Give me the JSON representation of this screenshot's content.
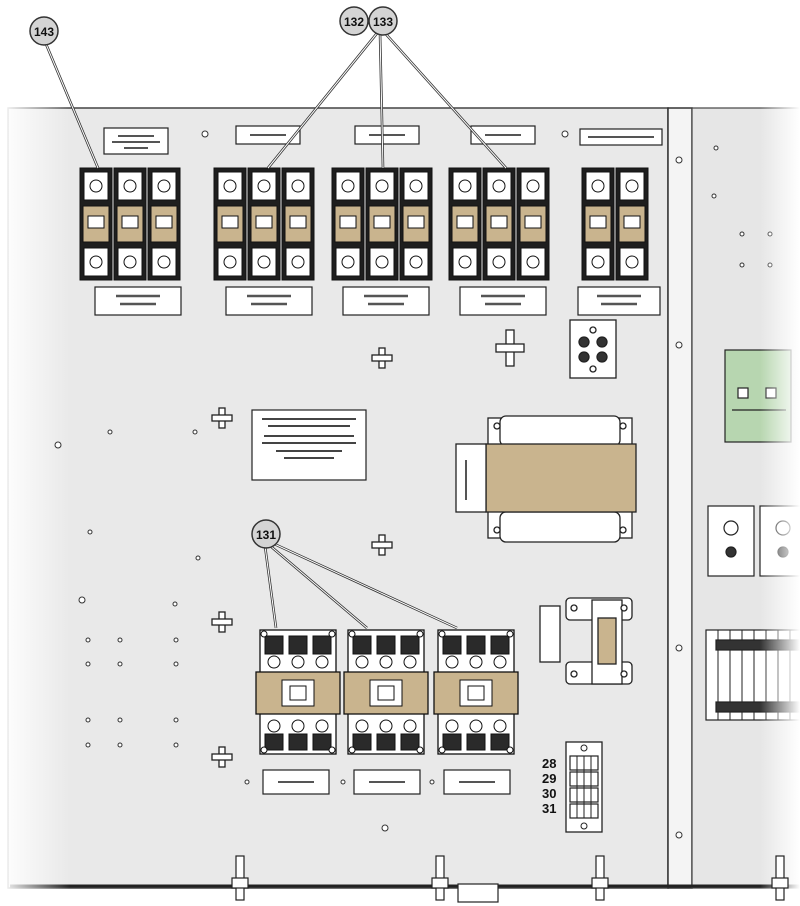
{
  "callouts": {
    "c143": "143",
    "c132": "132",
    "c133": "133",
    "c131": "131"
  },
  "terminal_numbers": [
    "28",
    "29",
    "30",
    "31"
  ],
  "legibility_note": "Small nameplate/label lettering in the drawing is too small to read and is not transcribed.",
  "colors": {
    "panel": "#e9e9e9",
    "component_tan": "#c9b48e",
    "board_green": "#b7d6b0",
    "line": "#222222",
    "callout_fill": "#d4d4d4"
  }
}
